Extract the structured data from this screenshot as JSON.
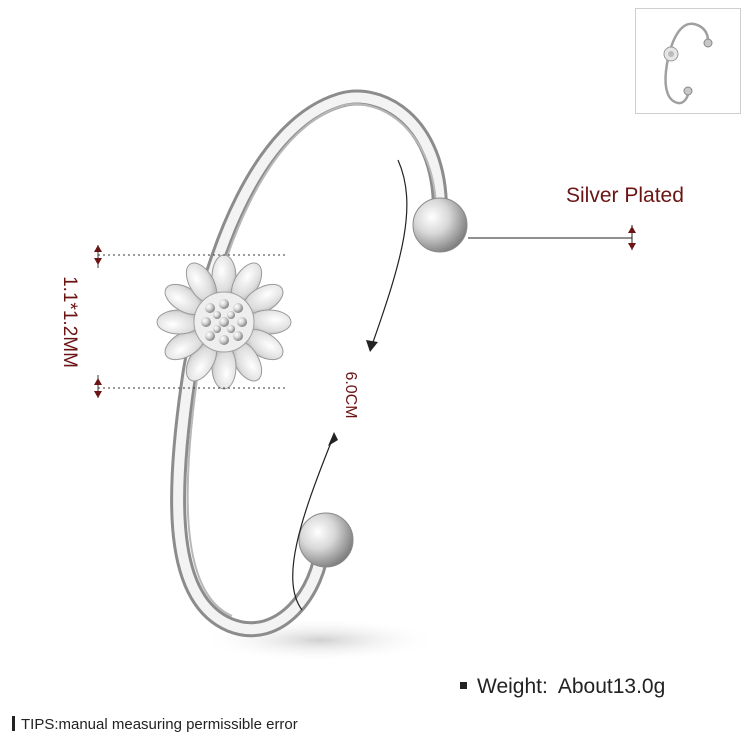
{
  "labels": {
    "material": "Silver Plated",
    "flower_size": "1.1*1.2MM",
    "circumference": "6.0CM",
    "weight_label": "Weight:",
    "weight_value": "About13.0g",
    "tips": "TIPS:manual measuring permissible error"
  },
  "colors": {
    "annotation_text": "#6b1414",
    "body_text": "#222222",
    "silver_light": "#f4f4f4",
    "silver_dark": "#8a8a8a"
  },
  "icons": {
    "bullet": "square-bullet-icon",
    "tips_marker": "vertical-bar-icon"
  }
}
